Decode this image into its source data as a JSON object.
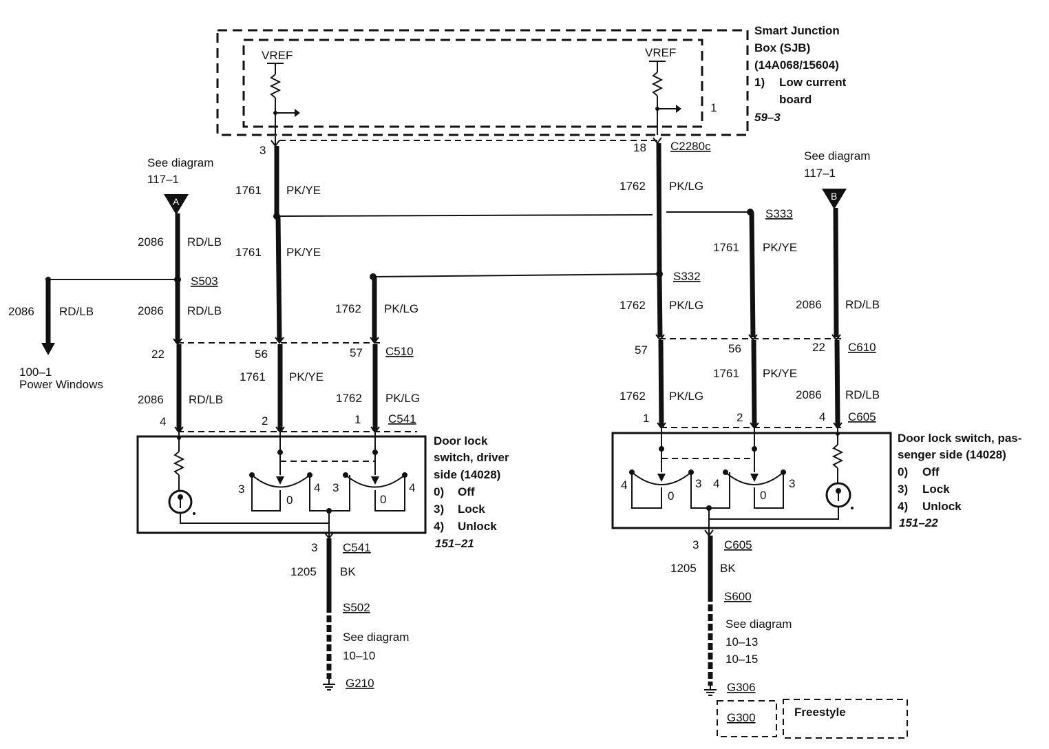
{
  "sjb": {
    "line1": "Smart Junction",
    "line2": "Box (SJB)",
    "line3": "(14A068/15604)",
    "item_num": "1)",
    "item_text1": "Low current",
    "item_text2": "board",
    "ref": "59–3",
    "vref_left": "VREF",
    "vref_right": "VREF",
    "board_label": "1"
  },
  "left": {
    "see_diagram": "See diagram",
    "see_ref": "117–1",
    "arrow_letter": "A",
    "pin_3": "3",
    "circuit_1761_a": "1761",
    "color_pkye_a": "PK/YE",
    "circuit_1761_b": "1761",
    "color_pkye_b": "PK/YE",
    "circuit_2086_a": "2086",
    "color_rdlb_a": "RD/LB",
    "splice_s503": "S503",
    "circuit_2086_b": "2086",
    "color_rdlb_b": "RD/LB",
    "branch_circuit": "2086",
    "branch_color": "RD/LB",
    "branch_ref": "100–1",
    "branch_label": "Power Windows",
    "circuit_1762_a": "1762",
    "color_pklg_a": "PK/LG",
    "pin_22": "22",
    "pin_56": "56",
    "pin_57": "57",
    "connector_c510": "C510",
    "circuit_1761_c": "1761",
    "color_pkye_c": "PK/YE",
    "circuit_2086_c": "2086",
    "color_rdlb_c": "RD/LB",
    "circuit_1762_b": "1762",
    "color_pklg_b": "PK/LG",
    "pin_4": "4",
    "pin_2": "2",
    "pin_1": "1",
    "connector_c541": "C541",
    "sw_3a": "3",
    "sw_0a": "0",
    "sw_4a": "4",
    "sw_3b": "3",
    "sw_0b": "0",
    "sw_4b": "4",
    "switch_title1": "Door lock",
    "switch_title2": "switch, driver",
    "switch_title3": "side (14028)",
    "opt_0_num": "0)",
    "opt_0": "Off",
    "opt_3_num": "3)",
    "opt_3": "Lock",
    "opt_4_num": "4)",
    "opt_4": "Unlock",
    "switch_ref": "151–21",
    "gnd_pin": "3",
    "gnd_connector": "C541",
    "gnd_circuit": "1205",
    "gnd_color": "BK",
    "gnd_splice": "S502",
    "gnd_see": "See diagram",
    "gnd_see_ref": "10–10",
    "ground": "G210"
  },
  "right": {
    "pin_18": "18",
    "connector_c2280c": "C2280c",
    "circuit_1762_a": "1762",
    "color_pklg_a": "PK/LG",
    "splice_s333": "S333",
    "circuit_1761_a": "1761",
    "color_pkye_a": "PK/YE",
    "see_diagram": "See diagram",
    "see_ref": "117–1",
    "arrow_letter": "B",
    "splice_s332": "S332",
    "circuit_1762_b": "1762",
    "color_pklg_b": "PK/LG",
    "circuit_2086_a": "2086",
    "color_rdlb_a": "RD/LB",
    "pin_57": "57",
    "pin_56": "56",
    "pin_22": "22",
    "connector_c610": "C610",
    "circuit_1761_b": "1761",
    "color_pkye_b": "PK/YE",
    "circuit_1762_c": "1762",
    "color_pklg_c": "PK/LG",
    "circuit_2086_b": "2086",
    "color_rdlb_b": "RD/LB",
    "pin_1": "1",
    "pin_2": "2",
    "pin_4": "4",
    "connector_c605": "C605",
    "sw_4a": "4",
    "sw_0a": "0",
    "sw_3a": "3",
    "sw_4b": "4",
    "sw_0b": "0",
    "sw_3b": "3",
    "switch_title1": "Door lock switch, pas-",
    "switch_title2": "senger side (14028)",
    "opt_0_num": "0)",
    "opt_0": "Off",
    "opt_3_num": "3)",
    "opt_3": "Lock",
    "opt_4_num": "4)",
    "opt_4": "Unlock",
    "switch_ref": "151–22",
    "gnd_pin": "3",
    "gnd_connector": "C605",
    "gnd_circuit": "1205",
    "gnd_color": "BK",
    "gnd_splice": "S600",
    "gnd_see": "See diagram",
    "gnd_see_ref1": "10–13",
    "gnd_see_ref2": "10–15",
    "ground": "G306",
    "ground_alt": "G300",
    "freestyle": "Freestyle"
  }
}
